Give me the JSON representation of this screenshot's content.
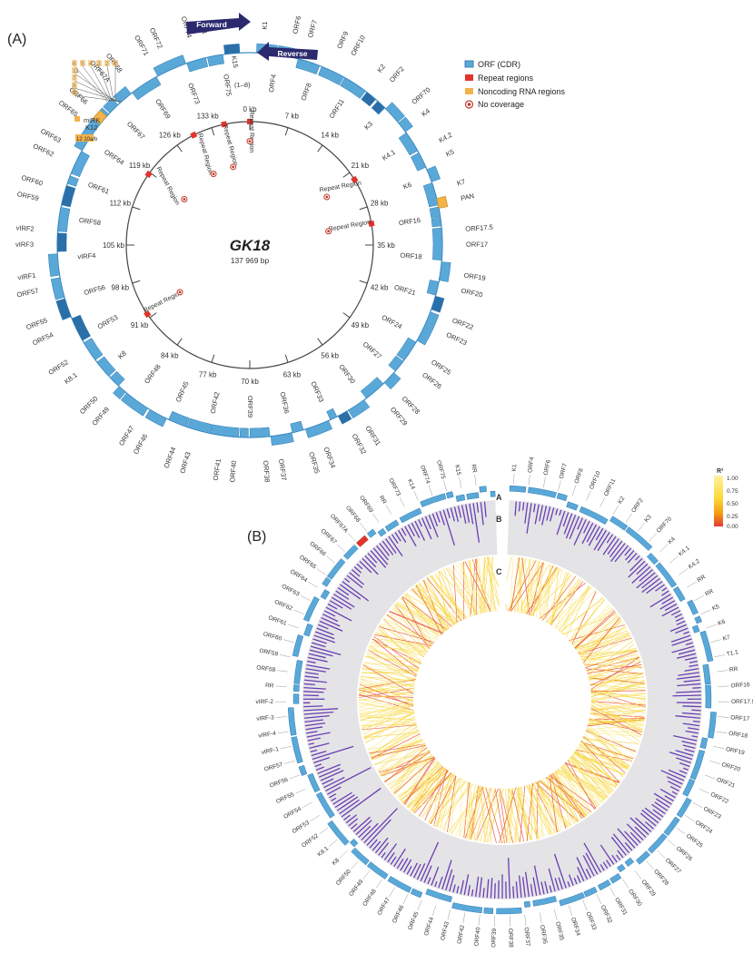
{
  "panelA": {
    "label": "(A)",
    "genome_name": "GK18",
    "genome_size": "137 969 bp",
    "forward_label": "Forward",
    "reverse_label": "Reverse",
    "legend": [
      {
        "label": "ORF (CDR)",
        "color": "#5aa8d8"
      },
      {
        "label": "Repeat regions",
        "color": "#e0352b"
      },
      {
        "label": "Noncoding RNA regions",
        "color": "#f3b24a"
      },
      {
        "label": "No coverage",
        "color": "#c0392b"
      }
    ],
    "ticks": [
      "0 kb",
      "7 kb",
      "14 kb",
      "21 kb",
      "28 kb",
      "35 kb",
      "42 kb",
      "49 kb",
      "56 kb",
      "63 kb",
      "70 kb",
      "77 kb",
      "84 kb",
      "91 kb",
      "98 kb",
      "105 kb",
      "112 kb",
      "119 kb",
      "126 kb",
      "133 kb"
    ],
    "repeat_label": "Repeat Region",
    "mirk_label": "miRK",
    "k12_label": "K12",
    "k12_sub": "12 10a/b",
    "k15_label": "K15",
    "k15_sub": "(1–8)",
    "mirna_numbers": [
      "6",
      "5",
      "4",
      "3",
      "2",
      "1",
      "11",
      "7",
      "8",
      "9"
    ],
    "orfs": [
      "K1",
      "ORF4",
      "ORF6",
      "ORF7",
      "ORF8",
      "ORF9",
      "ORF10",
      "ORF11",
      "K2",
      "ORF2",
      "K3",
      "ORF70",
      "K4",
      "K4.1",
      "K4.2",
      "K5",
      "K6",
      "K7",
      "PAN",
      "ORF16",
      "ORF17.5",
      "ORF17",
      "ORF18",
      "ORF19",
      "ORF20",
      "ORF21",
      "ORF22",
      "ORF23",
      "ORF24",
      "ORF25",
      "ORF26",
      "ORF27",
      "ORF28",
      "ORF29",
      "ORF30",
      "ORF31",
      "ORF32",
      "ORF33",
      "ORF34",
      "ORF35",
      "ORF36",
      "ORF37",
      "ORF38",
      "ORF39",
      "ORF40",
      "ORF41",
      "ORF42",
      "ORF43",
      "ORF44",
      "ORF45",
      "ORF46",
      "ORF47",
      "ORF48",
      "ORF49",
      "ORF50",
      "K8",
      "K8.1",
      "ORF52",
      "ORF53",
      "ORF54",
      "ORF55",
      "ORF56",
      "ORF57",
      "vIRF1",
      "vIRF4",
      "vIRF3",
      "vIRF2",
      "ORF58",
      "ORF59",
      "ORF60",
      "ORF61",
      "ORF62",
      "ORF63",
      "ORF64",
      "ORF65",
      "ORF66",
      "ORF67",
      "ORF67A",
      "ORF68",
      "ORF69",
      "ORF71",
      "ORF72",
      "ORF73",
      "ORF74",
      "K14",
      "ORF75"
    ]
  },
  "panelB": {
    "label": "(B)",
    "ring_labels": [
      "A",
      "B",
      "C"
    ],
    "colorbar_title": "R²",
    "colorbar_ticks": [
      "1.00",
      "0.75",
      "0.50",
      "0.25",
      "0.00"
    ],
    "orfs": [
      "K1",
      "ORF4",
      "ORF6",
      "ORF7",
      "ORF8",
      "ORF10",
      "ORF11",
      "K2",
      "ORF2",
      "K3",
      "ORF70",
      "K4",
      "K4.1",
      "K4.2",
      "RR",
      "RR",
      "K5",
      "K6",
      "K7",
      "T1.1",
      "RR",
      "ORF16",
      "ORF17.5",
      "ORF17",
      "ORF18",
      "ORF19",
      "ORF20",
      "ORF21",
      "ORF22",
      "ORF23",
      "ORF24",
      "ORF25",
      "ORF26",
      "ORF27",
      "ORF28",
      "ORF29",
      "ORF30",
      "ORF31",
      "ORF32",
      "ORF33",
      "ORF34",
      "ORF35",
      "ORF36",
      "ORF37",
      "ORF38",
      "ORF39",
      "ORF40",
      "ORF42",
      "ORF43",
      "ORF44",
      "ORF45",
      "ORF46",
      "ORF47",
      "ORF48",
      "ORF49",
      "ORF50",
      "K8",
      "K8.1",
      "ORF52",
      "ORF53",
      "ORF54",
      "ORF55",
      "ORF56",
      "ORF57",
      "vIRF-1",
      "vIRF-4",
      "vIRF-3",
      "vIRF-2",
      "RR",
      "ORF58",
      "ORF59",
      "ORF60",
      "ORF61",
      "ORF62",
      "ORF63",
      "ORF64",
      "ORF65",
      "ORF66",
      "ORF67",
      "ORF67A",
      "ORF68",
      "ORF69",
      "RR",
      "ORF73",
      "K14",
      "ORF74",
      "ORF75",
      "K15",
      "RR"
    ]
  }
}
